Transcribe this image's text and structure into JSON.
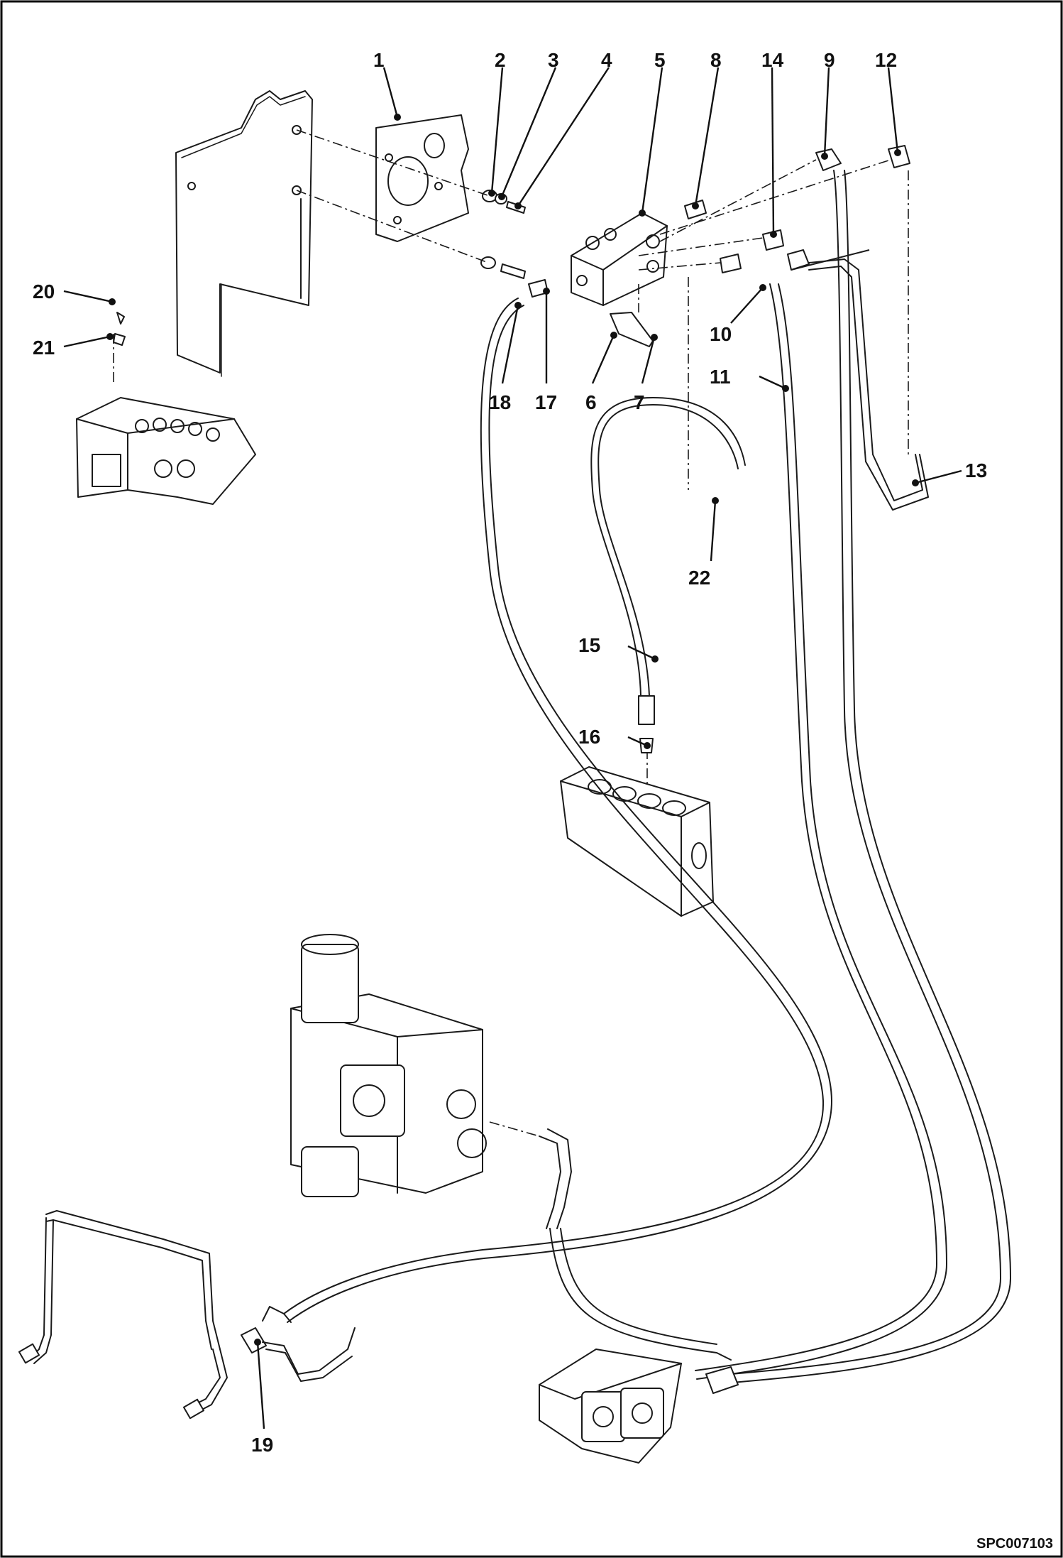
{
  "figure_ref": "SPC007103",
  "border_color": "#000000",
  "line_color": "#1a1a1a",
  "callouts": [
    {
      "id": "1",
      "label": "1"
    },
    {
      "id": "2",
      "label": "2"
    },
    {
      "id": "3",
      "label": "3"
    },
    {
      "id": "4",
      "label": "4"
    },
    {
      "id": "5",
      "label": "5"
    },
    {
      "id": "6",
      "label": "6"
    },
    {
      "id": "7",
      "label": "7"
    },
    {
      "id": "8",
      "label": "8"
    },
    {
      "id": "9",
      "label": "9"
    },
    {
      "id": "10",
      "label": "10"
    },
    {
      "id": "11",
      "label": "11"
    },
    {
      "id": "12",
      "label": "12"
    },
    {
      "id": "13",
      "label": "13"
    },
    {
      "id": "14",
      "label": "14"
    },
    {
      "id": "15",
      "label": "15"
    },
    {
      "id": "16",
      "label": "16"
    },
    {
      "id": "17",
      "label": "17"
    },
    {
      "id": "18",
      "label": "18"
    },
    {
      "id": "19",
      "label": "19"
    },
    {
      "id": "20",
      "label": "20"
    },
    {
      "id": "21",
      "label": "21"
    },
    {
      "id": "22",
      "label": "22"
    }
  ]
}
